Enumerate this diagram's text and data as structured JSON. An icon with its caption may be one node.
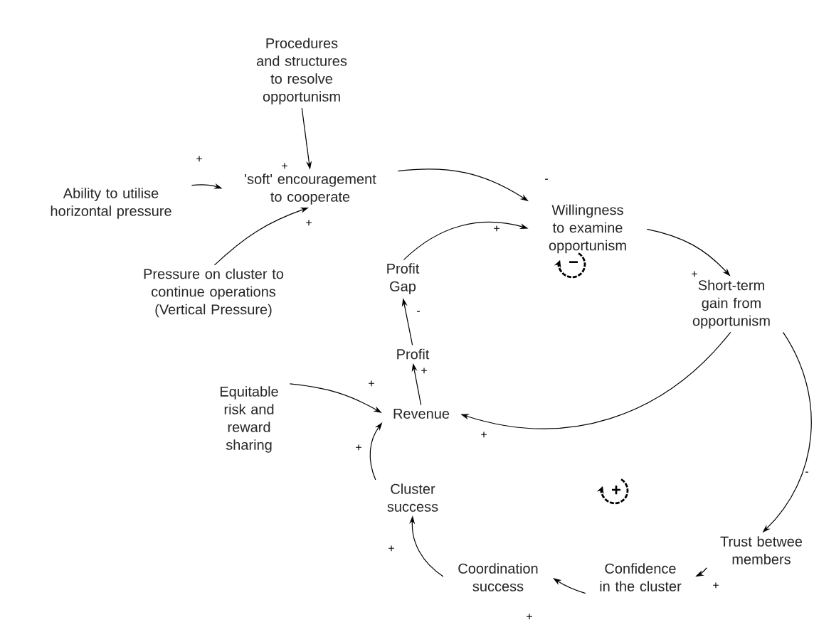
{
  "diagram": {
    "nodes": [
      {
        "text": [
          "Procedures and structures to resolve opportunism"
        ]
      },
      {
        "text": [
          "Ability to utilise horizontal pressure"
        ]
      },
      {
        "text": [
          "'soft' encouragement to cooperate"
        ]
      },
      {
        "text": [
          "Pressure on cluster to continue operations (Vertical Pressure)"
        ]
      },
      {
        "text": [
          "Willingness to examine opportunism"
        ]
      },
      {
        "text": [
          "Profit Gap"
        ]
      },
      {
        "text": [
          "Short-term gain from opportunism"
        ]
      },
      {
        "text": [
          "Profit"
        ]
      },
      {
        "text": [
          "Equitable risk and reward sharing"
        ]
      },
      {
        "text": [
          "Revenue"
        ]
      },
      {
        "text": [
          "Cluster success"
        ]
      },
      {
        "text": [
          "Trust betwee members"
        ]
      },
      {
        "text": [
          "Coordination success"
        ]
      },
      {
        "text": [
          "Confidence in the cluster"
        ]
      }
    ],
    "edges": [
      {
        "from": 0,
        "to": 2,
        "arrow": "to",
        "label": "+"
      },
      {
        "from": 1,
        "to": 2,
        "arrow": "to",
        "label": "+"
      },
      {
        "from": 3,
        "to": 2,
        "arrow": "to",
        "label": "+"
      },
      {
        "from": 2,
        "to": 4,
        "arrow": "to",
        "label": "-"
      },
      {
        "from": 5,
        "to": 4,
        "arrow": "to",
        "label": "+"
      },
      {
        "from": 4,
        "to": 6,
        "arrow": "to",
        "label": "+"
      },
      {
        "from": 6,
        "to": 9,
        "arrow": "to",
        "label": "+"
      },
      {
        "from": 6,
        "to": 11,
        "arrow": "to",
        "label": "-"
      },
      {
        "from": 11,
        "to": 13,
        "arrow": "to",
        "label": "+"
      },
      {
        "from": 13,
        "to": 12,
        "arrow": "to",
        "label": "+"
      },
      {
        "from": 12,
        "to": 10,
        "arrow": "to",
        "label": "+"
      },
      {
        "from": 10,
        "to": 9,
        "arrow": "to",
        "label": "+"
      },
      {
        "from": 8,
        "to": 9,
        "arrow": "to",
        "label": "+"
      },
      {
        "from": 9,
        "to": 7,
        "arrow": "to",
        "label": "+"
      },
      {
        "from": 7,
        "to": 5,
        "arrow": "to",
        "label": "-"
      }
    ],
    "labels": [
      "−",
      "+"
    ]
  }
}
